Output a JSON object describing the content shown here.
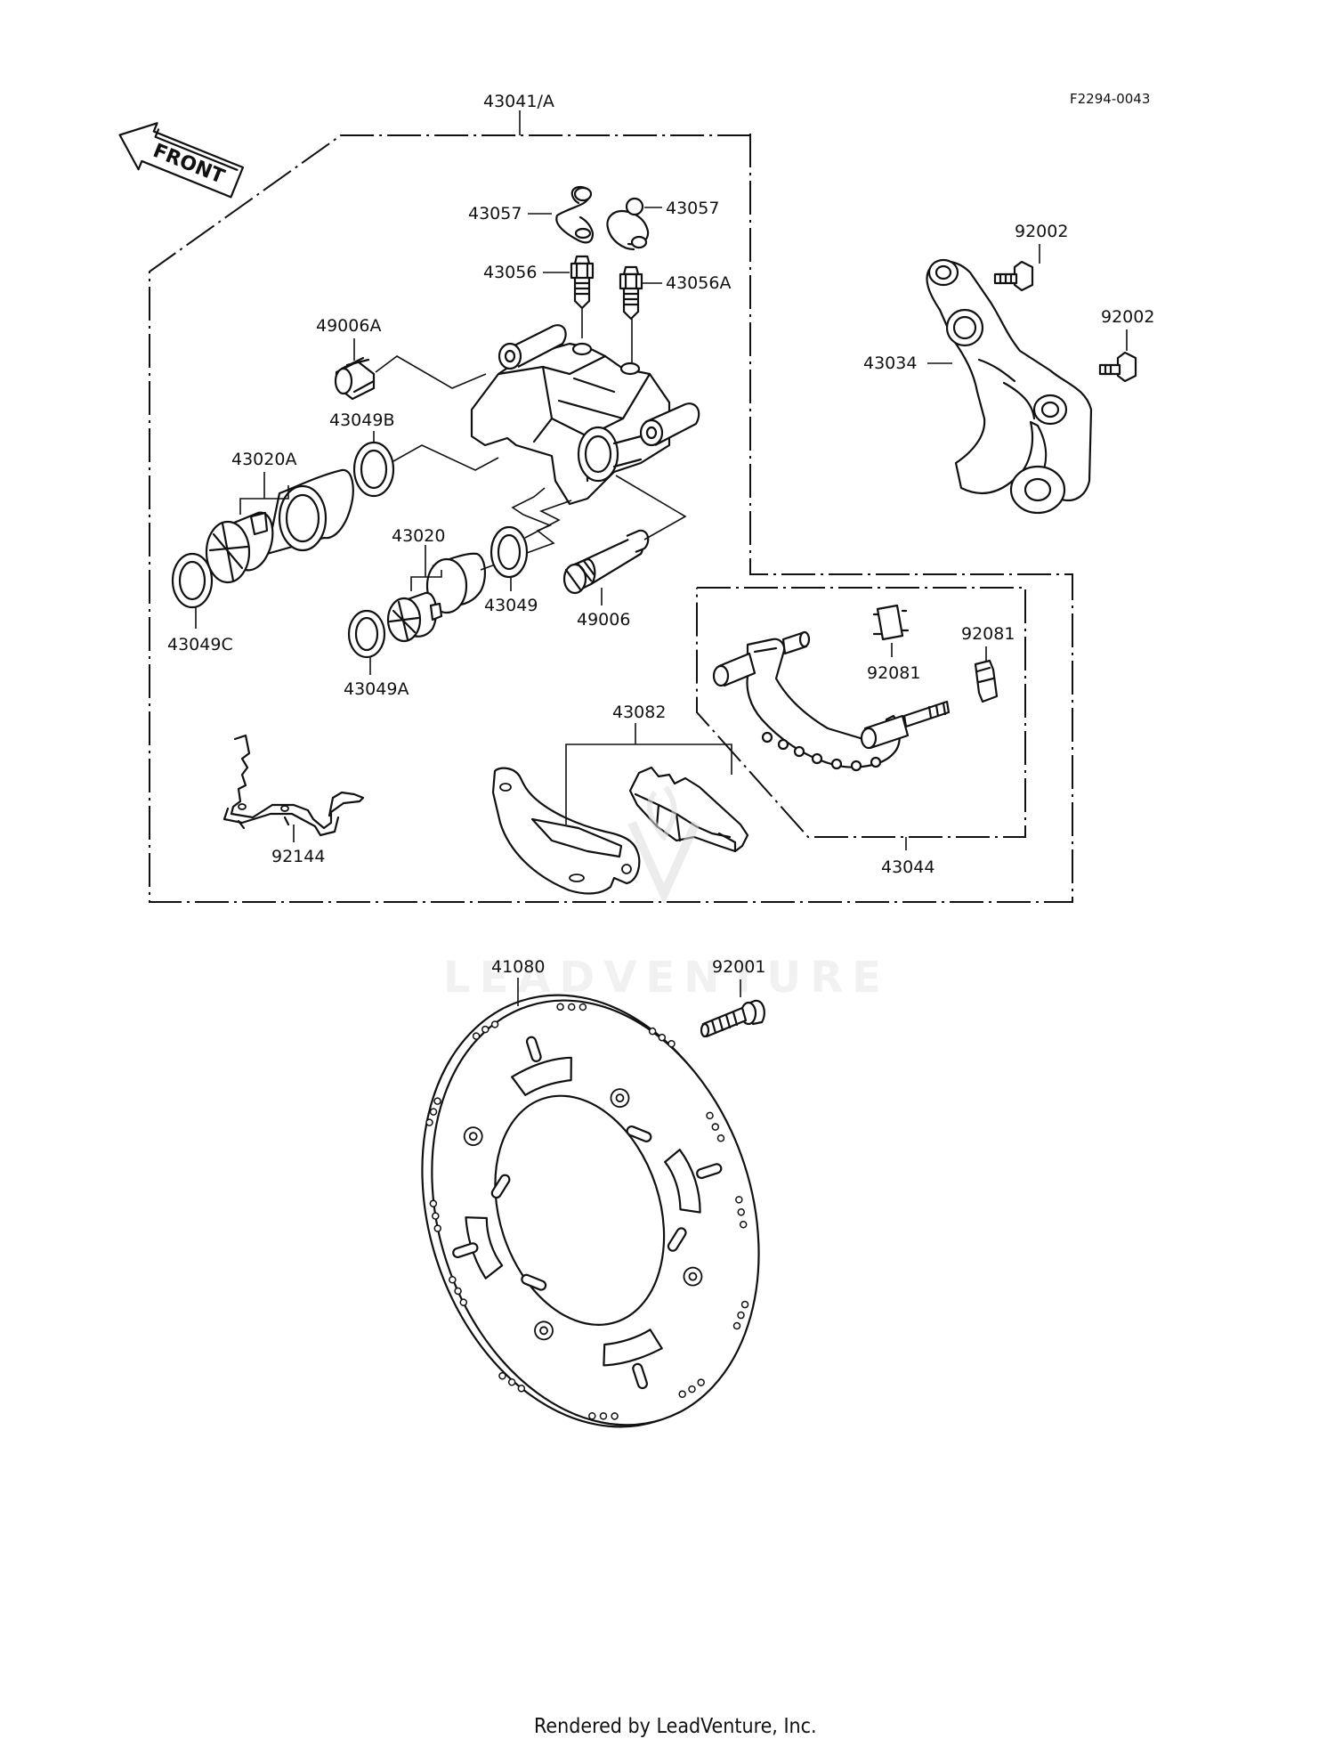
{
  "diagram": {
    "figure_code": "F2294-0043",
    "front_label": "FRONT",
    "watermark": "LEADVENTURE",
    "footer": "Rendered by LeadVenture, Inc.",
    "labels": {
      "assembly": "43041/A",
      "bleeder_cap_left": "43057",
      "bleeder_cap_right": "43057",
      "bleeder_valve": "43056",
      "bleeder_valve_a": "43056A",
      "boot_a": "49006A",
      "seal_b": "43049B",
      "piston_a": "43020A",
      "seal_c": "43049C",
      "piston": "43020",
      "seal": "43049",
      "seal_a": "43049A",
      "boot": "49006",
      "bracket_bolt_top": "92002",
      "bracket_bolt_right": "92002",
      "caliper_bracket": "43034",
      "holder_assembly": "43044",
      "pad_spring_top": "92081",
      "pad_spring_right": "92081",
      "brake_pads": "43082",
      "pad_spring_clip": "92144",
      "brake_disc": "41080",
      "disc_bolt": "92001"
    }
  }
}
